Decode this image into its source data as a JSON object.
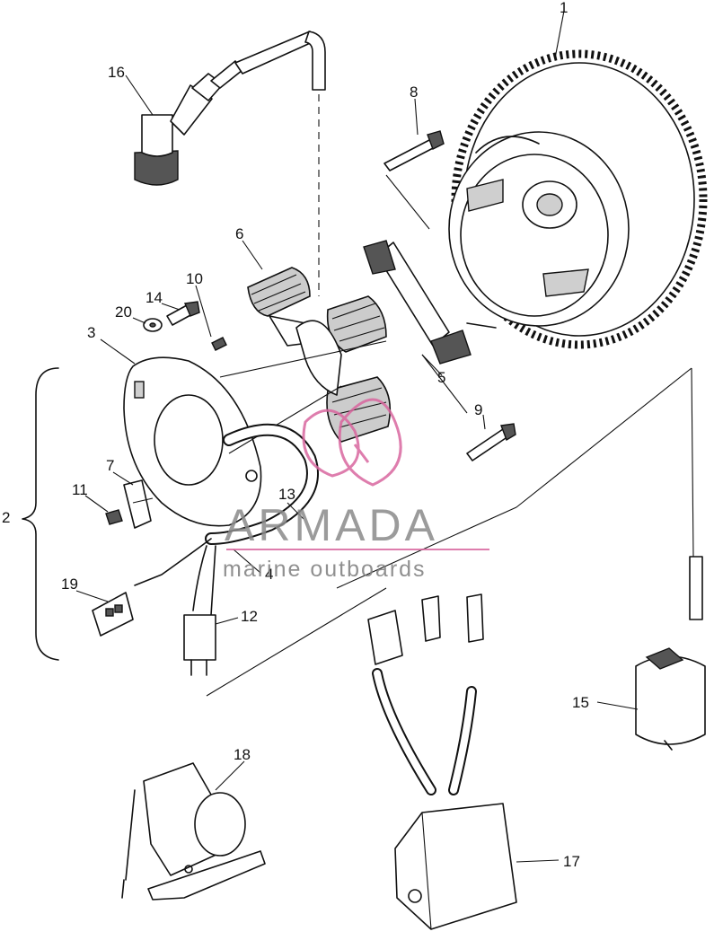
{
  "callouts": {
    "c1": "1",
    "c2": "2",
    "c3": "3",
    "c4": "4",
    "c5": "5",
    "c6": "6",
    "c7": "7",
    "c8": "8",
    "c9": "9",
    "c10": "10",
    "c11": "11",
    "c12": "12",
    "c13": "13",
    "c14": "14",
    "c15": "15",
    "c16": "16",
    "c17": "17",
    "c18": "18",
    "c19": "19",
    "c20": "20"
  },
  "watermark": {
    "brand": "ARMADA",
    "tagline": "marine outboards",
    "accent_color": "#d9679f"
  }
}
